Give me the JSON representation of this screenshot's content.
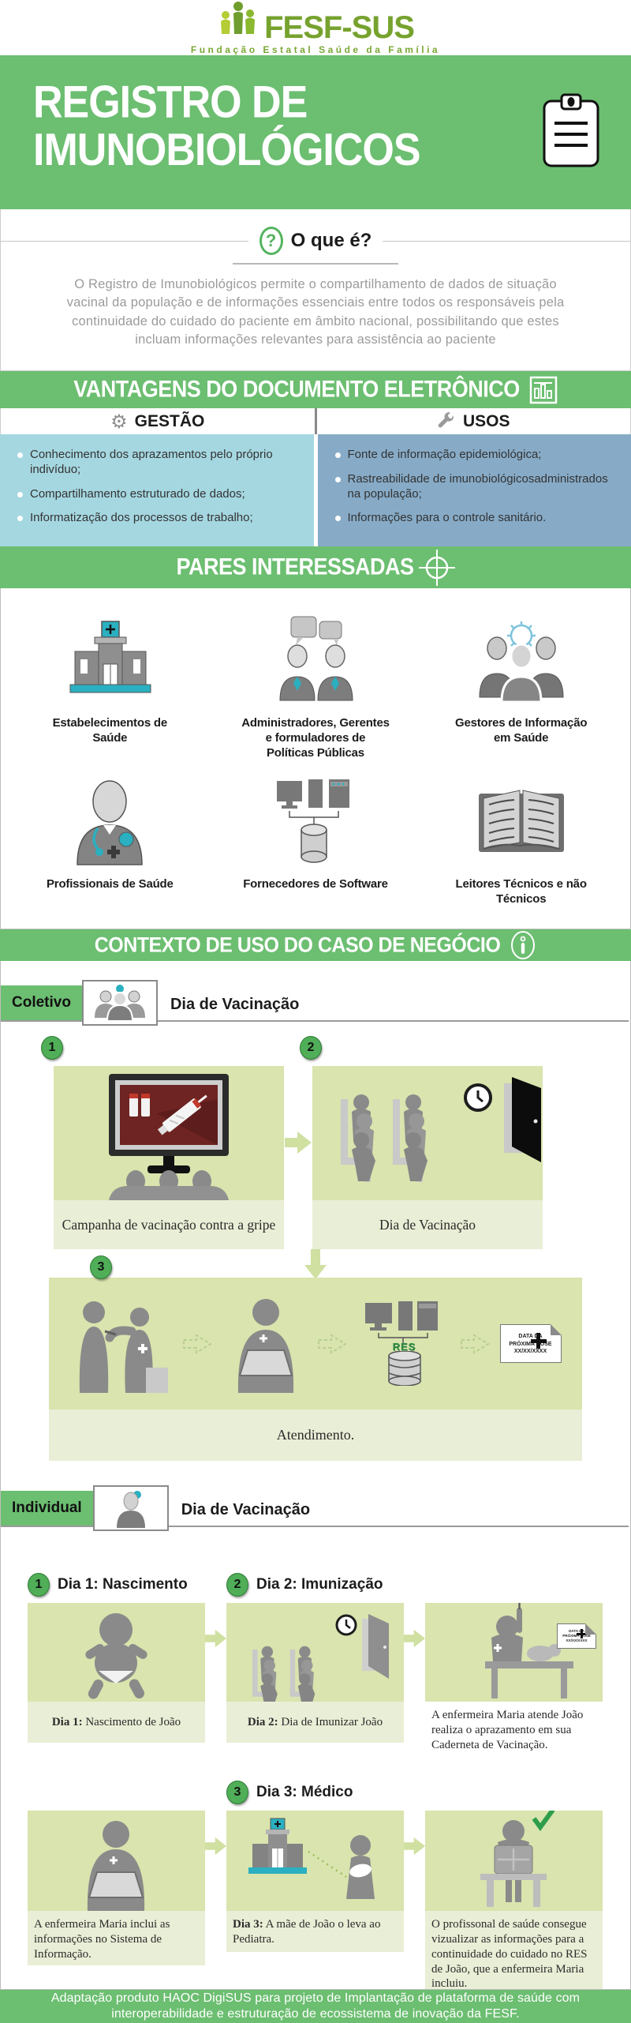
{
  "colors": {
    "band_green": "#6cbe71",
    "badge_green": "#4fae57",
    "panel_olive": "#d9e4ae",
    "caption_olive": "#e9eed6",
    "gestao_blue": "#a5d7e1",
    "usos_blue": "#87abc7",
    "logo_green": "#76a22e",
    "screen_red": "#6e2422",
    "teal_accent": "#2ab0c0"
  },
  "logo": {
    "brand": "FESF-SUS",
    "tagline": "Fundação Estatal Saúde da Família"
  },
  "header": {
    "title_line1": "REGISTRO DE",
    "title_line2": "IMUNOBIOLÓGICOS"
  },
  "what": {
    "question_mark": "?",
    "heading": "O que é?",
    "paragraph": "O Registro de Imunobiológicos permite o compartilhamento de dados de situação vacinal da população e de informações essenciais entre todos os responsáveis pela continuidade do cuidado do paciente em âmbito nacional, possibilitando que estes incluam informações relevantes para assistência ao paciente"
  },
  "advantages": {
    "title": "VANTAGENS DO DOCUMENTO ELETRÔNICO",
    "gestao": {
      "heading": "GESTÃO",
      "items": [
        "Conhecimento dos aprazamentos pelo próprio indivíduo;",
        "Compartilhamento estruturado de dados;",
        "Informatização dos processos de trabalho;"
      ]
    },
    "usos": {
      "heading": "USOS",
      "items": [
        "Fonte de informação epidemiológica;",
        "Rastreabilidade de imunobiológicosadministrados na população;",
        "Informações para o controle sanitário."
      ]
    }
  },
  "stakeholders": {
    "title": "PARES INTERESSADAS",
    "items": [
      {
        "icon": "hospital-icon",
        "label": "Estabelecimentos de Saúde"
      },
      {
        "icon": "people-chat-icon",
        "label": "Administradores, Gerentes e formuladores de Políticas Públicas"
      },
      {
        "icon": "people-gear-icon",
        "label": "Gestores de Informação em Saúde"
      },
      {
        "icon": "nurse-icon",
        "label": "Profissionais de Saúde"
      },
      {
        "icon": "computers-database-icon",
        "label": "Fornecedores de Software"
      },
      {
        "icon": "open-book-icon",
        "label": "Leitores Técnicos e não Técnicos"
      }
    ]
  },
  "context": {
    "title": "CONTEXTO DE USO DO CASO DE NEGÓCIO",
    "coletivo": {
      "label": "Coletivo",
      "heading": "Dia de Vacinação",
      "step1_num": "1",
      "step1_caption": "Campanha de vacinação contra a gripe",
      "step2_num": "2",
      "step2_caption": "Dia de Vacinação",
      "step3_num": "3",
      "step3_caption": "Atendimento."
    },
    "individual": {
      "label": "Individual",
      "heading": "Dia de Vacinação",
      "step1_num": "1",
      "step1_title": "Dia 1: Nascimento",
      "step1_caption_bold": "Dia 1:",
      "step1_caption": " Nascimento de João",
      "step2_num": "2",
      "step2_title": "Dia 2: Imunização",
      "step2_caption_bold": "Dia 2:",
      "step2_caption": " Dia de Imunizar João",
      "step2b_caption": "A enfermeira Maria atende João realiza o aprazamento  em sua Caderneta de Vacinação.",
      "step3_num": "3",
      "step3_title": "Dia 3: Médico",
      "step3a_caption": "A enfermeira Maria inclui as informações no Sistema de Informação.",
      "step3b_caption_bold": "Dia 3:",
      "step3b_caption": " A mãe de João o leva ao Pediatra.",
      "step3c_caption": "O profissonal de saúde consegue vizualizar as informações para a continuidade do cuidado no RES de João, que a enfermeira Maria incluiu."
    }
  },
  "illustration_texts": {
    "res_label": "RES",
    "doc_line1": "DATA DA",
    "doc_line2": "PRÓXIMA DOSE",
    "doc_line3": "XX/XX/XXXX"
  },
  "footer": {
    "text": "Adaptação produto HAOC DigiSUS para projeto de Implantação de plataforma de saúde com interoperabilidade  e estruturação de ecossistema de inovação da FESF."
  }
}
